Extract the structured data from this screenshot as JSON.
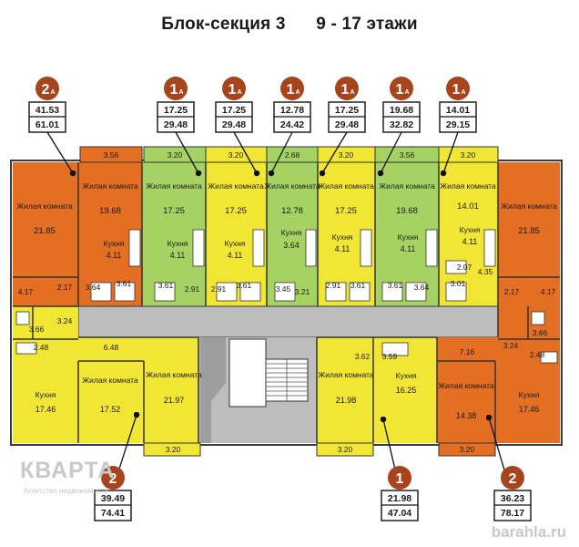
{
  "title": {
    "left": "Блок-секция 3",
    "right": "9 - 17 этажи"
  },
  "watermarks": {
    "logo": "КВАРТА",
    "agency": "Агентство недвижимости",
    "site": "barahla.ru"
  },
  "colors": {
    "green": "#a6d264",
    "yellow": "#f2e635",
    "orange": "#e46f22",
    "gray": "#bdbdbd",
    "badge": "#a8441c"
  },
  "badges": [
    {
      "type": "2",
      "suffix": "А",
      "area1": "41.53",
      "area2": "61.01"
    },
    {
      "type": "1",
      "suffix": "А",
      "area1": "17.25",
      "area2": "29.48"
    },
    {
      "type": "1",
      "suffix": "А",
      "area1": "17.25",
      "area2": "29.48"
    },
    {
      "type": "1",
      "suffix": "А",
      "area1": "12.78",
      "area2": "24.42"
    },
    {
      "type": "1",
      "suffix": "А",
      "area1": "17.25",
      "area2": "29.48"
    },
    {
      "type": "1",
      "suffix": "А",
      "area1": "19.68",
      "area2": "32.82"
    },
    {
      "type": "1",
      "suffix": "А",
      "area1": "14.01",
      "area2": "29.15"
    },
    {
      "type": "2",
      "suffix": "",
      "area1": "39.49",
      "area2": "74.41"
    },
    {
      "type": "1",
      "suffix": "",
      "area1": "21.98",
      "area2": "47.04"
    },
    {
      "type": "2",
      "suffix": "",
      "area1": "36.23",
      "area2": "78.17"
    }
  ],
  "rooms": {
    "room_label": "Жилая комната",
    "kitchen": "Кухня",
    "a1": "21.85",
    "a2": "19.68",
    "a3": "17.25",
    "a4": "17.25",
    "a5": "12.78",
    "a6": "17.25",
    "a7": "19.68",
    "a8": "14.01",
    "a9": "21.85",
    "k2": "4.11",
    "k3": "4.11",
    "k4": "4.11",
    "k5": "3.64",
    "k6": "4.11",
    "k7": "4.11",
    "k8": "4.11",
    "b1": "17.46",
    "b2": "17.52",
    "b3": "21.97",
    "b4": "21.98",
    "b5": "16.25",
    "b6": "14.38",
    "b7": "17.46"
  },
  "small_areas": {
    "balconies": [
      "3.56",
      "3.20",
      "3.20",
      "2.68",
      "3.20",
      "3.56",
      "3.20",
      "3.20",
      "3.20",
      "3.20"
    ],
    "values": [
      "4.17",
      "2.17",
      "3.64",
      "3.61",
      "3.61",
      "2.91",
      "2.91",
      "3.61",
      "3.45",
      "3.21",
      "2.91",
      "3.61",
      "3.61",
      "3.64",
      "3.01",
      "4.35",
      "2.07",
      "2.17",
      "4.17",
      "3.66",
      "3.24",
      "2.48",
      "6.48",
      "3.62",
      "3.59",
      "7.16",
      "3.24",
      "3.66",
      "2.48"
    ]
  }
}
